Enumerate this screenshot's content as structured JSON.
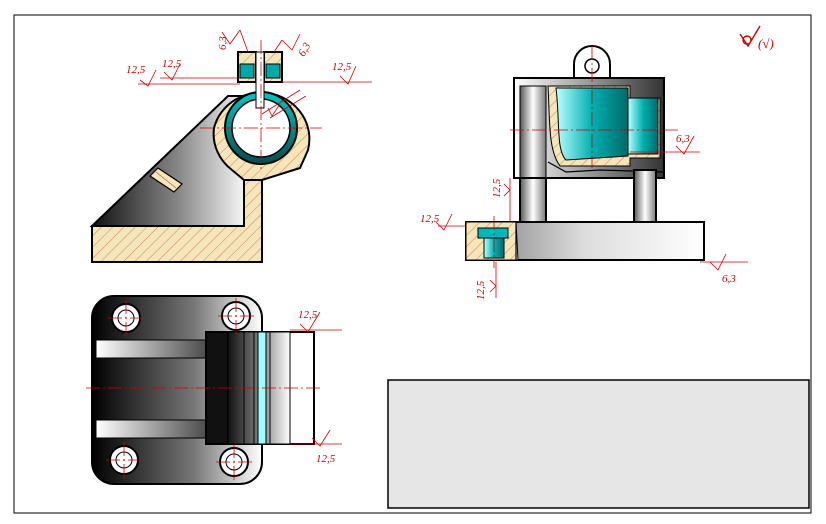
{
  "colors": {
    "frame": "#000000",
    "dimension": "#d00000",
    "section_fill": "#f5e6b8",
    "hatch": "#c06060",
    "bore": "#00b8b8",
    "title_block": "#e6e6e6"
  },
  "roughness": {
    "general": "(√)",
    "front": {
      "slot_left": "6,3",
      "slot_right": "6,3",
      "top_left_a": "12,5",
      "top_left_b": "12,5",
      "top_right": "12,5"
    },
    "side": {
      "bore": "6,3",
      "left_face": "12,5",
      "step": "12,5",
      "bottom": "6,3",
      "counterbore": "12,5"
    },
    "plan": {
      "top": "12,5",
      "bottom": "12,5"
    }
  },
  "title_block": {}
}
